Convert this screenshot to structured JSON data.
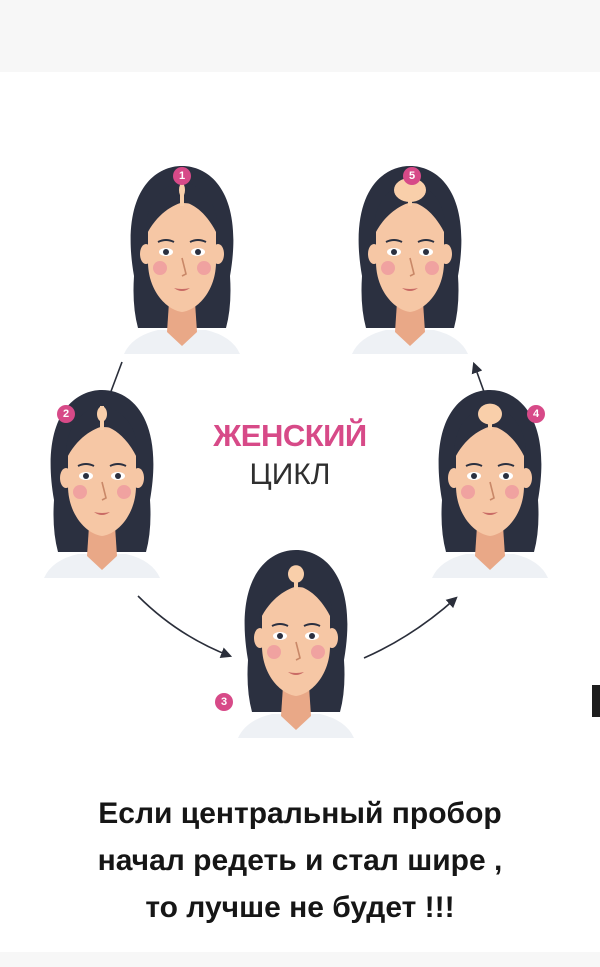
{
  "colors": {
    "accent": "#d74a88",
    "hair": "#2b3040",
    "skin": "#f6c7a5",
    "skin_shadow": "#e9a887",
    "cheek": "#f0a2a0",
    "lips": "#c96b65",
    "shirt": "#eef1f5",
    "scalp": "#f9cfaa",
    "arrow": "#2a2e3a"
  },
  "diagram": {
    "title_line1": "ЖЕНСКИЙ",
    "title_line2": "ЦИКЛ",
    "stages": [
      {
        "number": "1"
      },
      {
        "number": "2"
      },
      {
        "number": "3"
      },
      {
        "number": "4"
      },
      {
        "number": "5"
      }
    ]
  },
  "caption": {
    "line1": "Если центральный пробор",
    "line2": "начал редеть и стал шире ,",
    "line3": "то лучше не будет !!!"
  }
}
